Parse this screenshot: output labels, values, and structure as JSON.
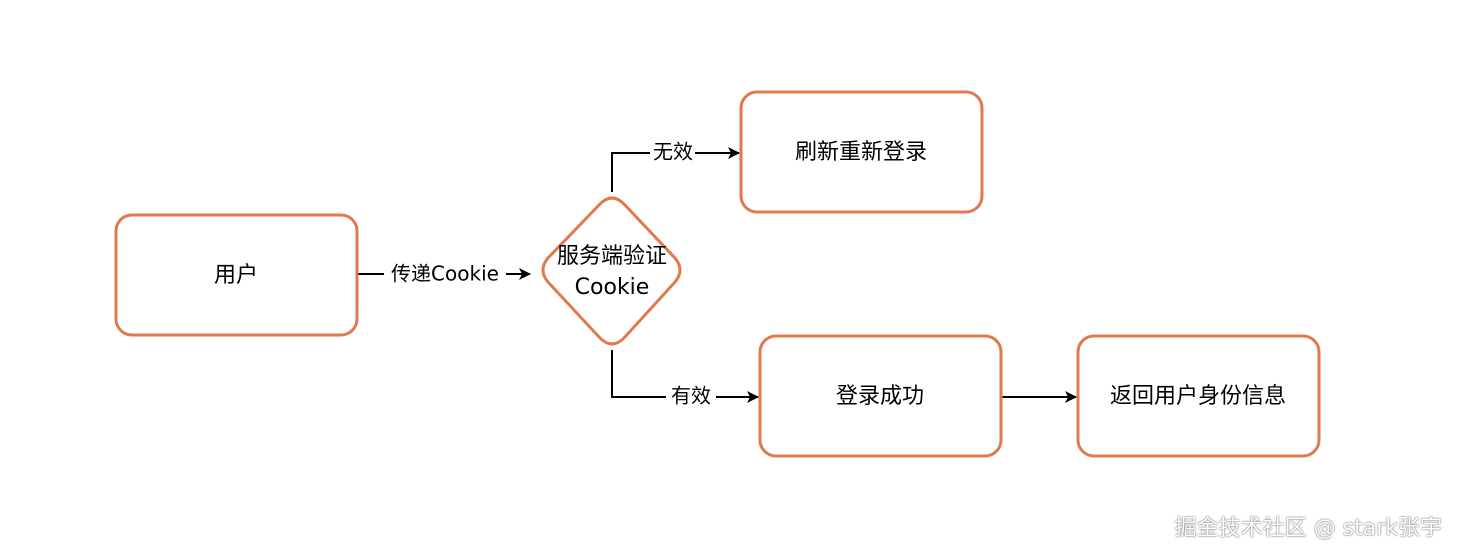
{
  "nodes": {
    "user": "用户",
    "verify_line1": "服务端验证",
    "verify_line2": "Cookie",
    "refresh": "刷新重新登录",
    "success": "登录成功",
    "return_info": "返回用户身份信息"
  },
  "edges": {
    "pass_cookie": "传递Cookie",
    "invalid": "无效",
    "valid": "有效"
  },
  "watermark": "掘金技术社区 @ stark张宇",
  "colors": {
    "box_border": "#E07A4C",
    "line": "#000000"
  }
}
